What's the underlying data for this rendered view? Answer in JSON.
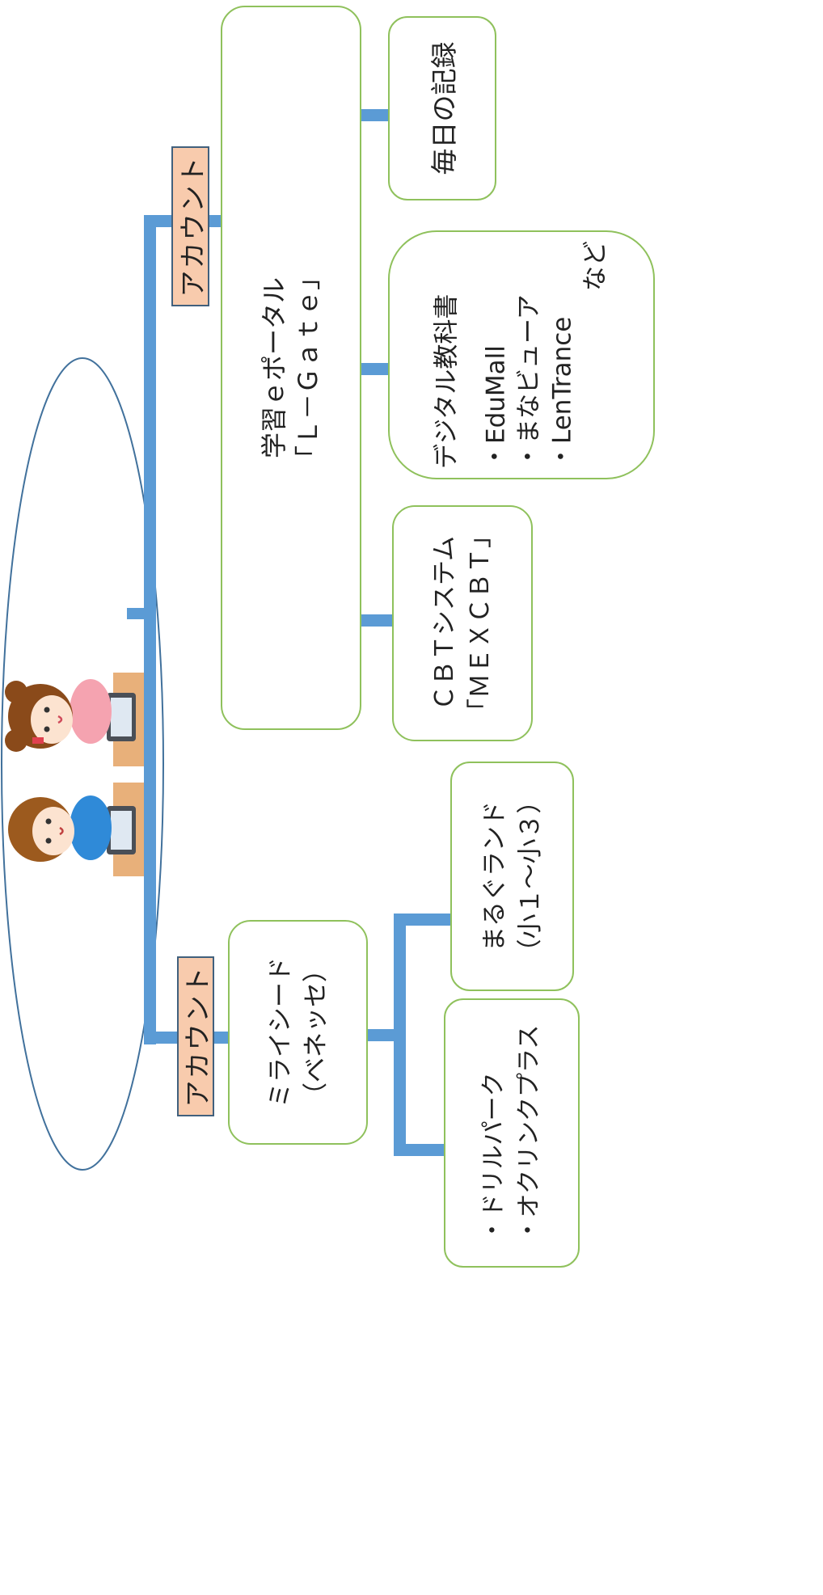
{
  "colors": {
    "connector": "#5b9bd5",
    "box_border": "#8fc15c",
    "account_tag_fill": "#f8cbad",
    "account_tag_border": "#41607d",
    "oval_border": "#41719c"
  },
  "students": {
    "icon": "children-with-tablets"
  },
  "account_tag_top": "アカウント",
  "account_tag_bottom": "アカウント",
  "portal": {
    "line1": "学習ｅポータル",
    "line2": "「Ｌ－Ｇａｔｅ」"
  },
  "daily_record": {
    "label": "毎日の記録"
  },
  "digital_textbooks": {
    "title": "デジタル教科書",
    "items": [
      "・EduMall",
      "・まなビューア",
      "・LenTrance"
    ],
    "suffix": "など"
  },
  "cbt": {
    "line1": "ＣＢＴシステム",
    "line2": "「ＭＥＸＣＢＴ」"
  },
  "miraiseed": {
    "line1": "ミライシード",
    "line2": "（ベネッセ）"
  },
  "marugu": {
    "line1": "まるぐランド",
    "line2": "（小１～小３）"
  },
  "drill": {
    "line1": "・ドリルパーク",
    "line2": "・オクリンクプラス"
  }
}
